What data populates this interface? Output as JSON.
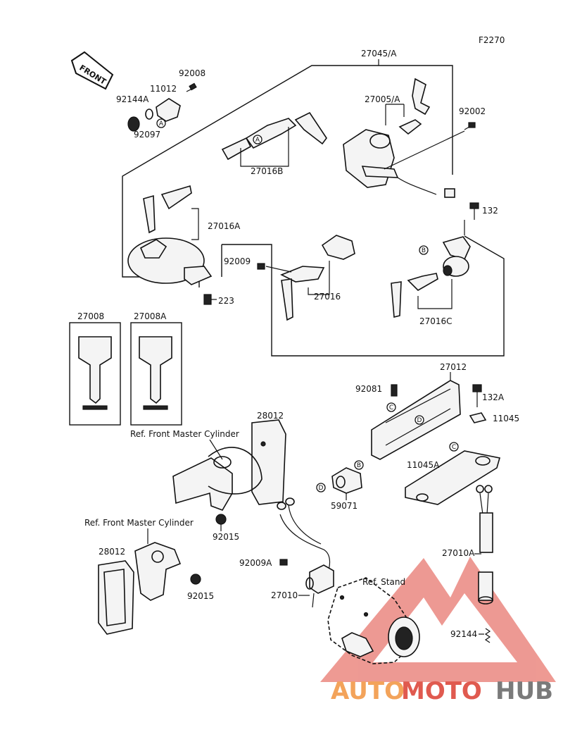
{
  "figure_code": "F2270",
  "front_arrow": "FRONT",
  "parts": {
    "p92008": "92008",
    "p11012": "11012",
    "p92144A": "92144A",
    "p92097": "92097",
    "p27045A": "27045/A",
    "p27005A": "27005/A",
    "p92002": "92002",
    "p27016B": "27016B",
    "p27016A": "27016A",
    "p132": "132",
    "p92009": "92009",
    "p27016": "27016",
    "p27016C": "27016C",
    "p223": "223",
    "p27008": "27008",
    "p27008A": "27008A",
    "p27012": "27012",
    "p92081": "92081",
    "p132A": "132A",
    "p11045": "11045",
    "p28012_top": "28012",
    "p11045A": "11045A",
    "p59071": "59071",
    "p92015_top": "92015",
    "p27010A": "27010A",
    "p92009A": "92009A",
    "p27010": "27010",
    "p28012_bot": "28012",
    "p92015_bot": "92015",
    "p92144": "92144"
  },
  "references": {
    "ref_master_cyl_top": "Ref. Front Master Cylinder",
    "ref_master_cyl_bot": "Ref. Front Master Cylinder",
    "ref_stand": "Ref. Stand"
  },
  "callouts": {
    "A1": "A",
    "A2": "A",
    "B1": "B",
    "B2": "B",
    "C1": "C",
    "C2": "C",
    "D1": "D",
    "D2": "D"
  },
  "watermark": {
    "part1": "AUTO",
    "part2": "MOTO",
    "part3": "HUB",
    "color_auto": "#f3a35a",
    "color_moto": "#e05a4f",
    "color_hub": "#7a7a7a",
    "color_triangle": "#e05a4f"
  }
}
